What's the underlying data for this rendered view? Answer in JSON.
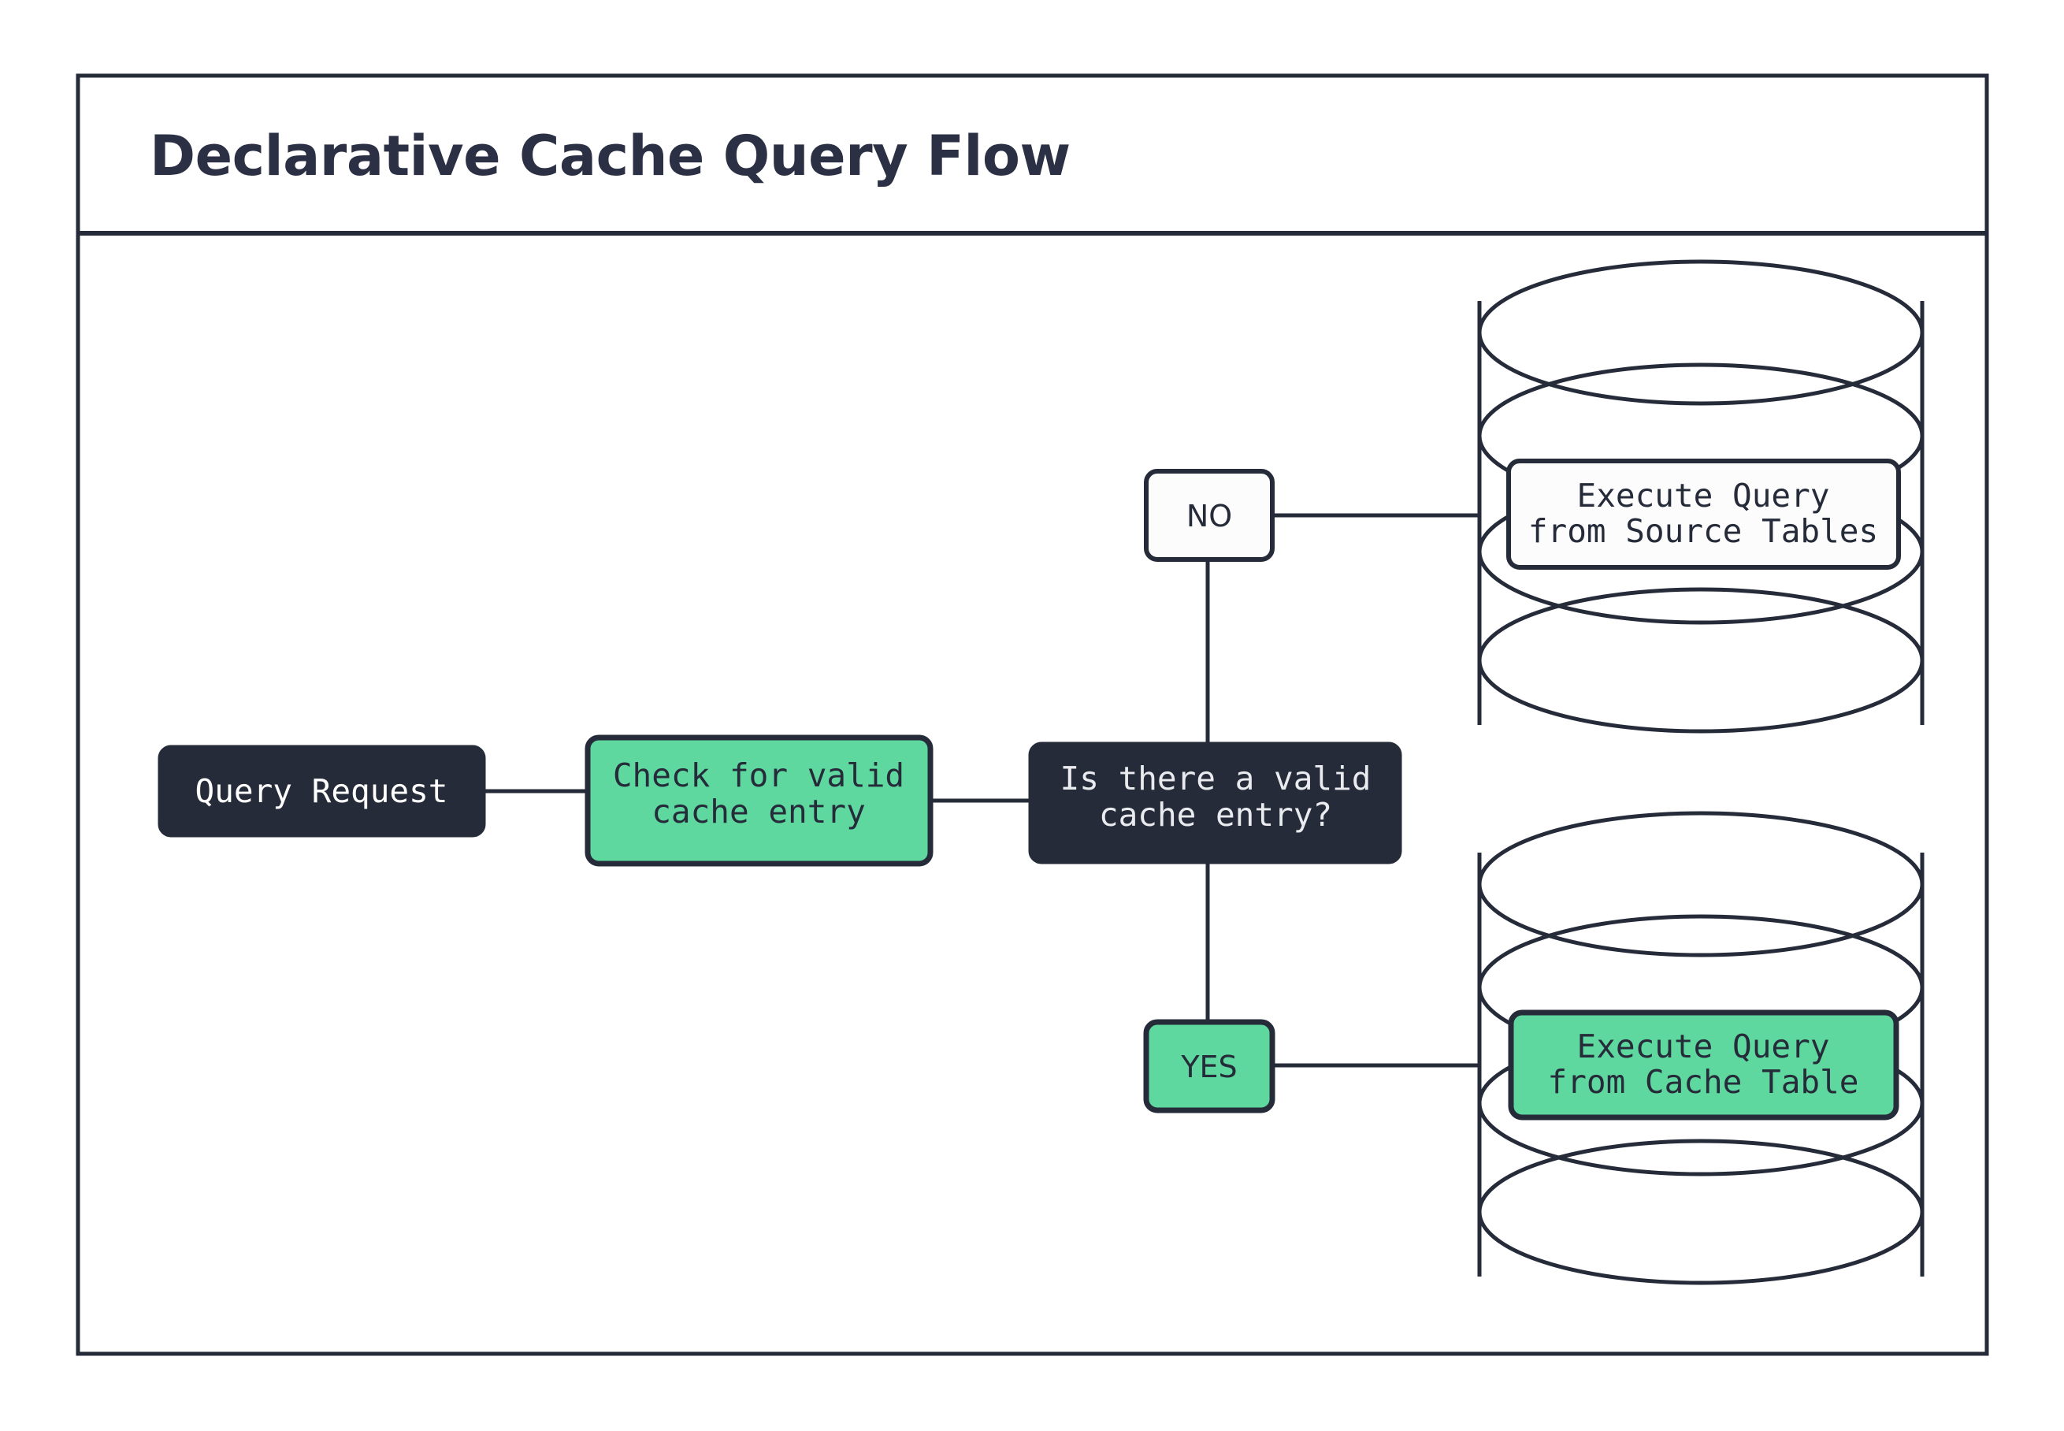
{
  "diagram": {
    "title": "Declarative Cache Query Flow",
    "colors": {
      "ink": "#262B3A",
      "accent_green": "#5FD8A0",
      "dark_fill": "#262B3A",
      "white_fill": "#FCFCFD",
      "page_background": "#FFFFFF"
    },
    "nodes": {
      "query_request": {
        "label": "Query Request",
        "style": "dark-rounded"
      },
      "check_cache": {
        "line1": "Check for valid",
        "line2": "cache entry",
        "style": "green-rounded"
      },
      "decision": {
        "line1": "Is there a valid",
        "line2": "cache entry?",
        "style": "dark-rounded"
      },
      "edge_no": {
        "label": "NO",
        "style": "white-rounded"
      },
      "edge_yes": {
        "label": "YES",
        "style": "green-rounded"
      },
      "source_db": {
        "line1": "Execute Query",
        "line2": "from Source Tables",
        "style": "white-rounded-on-cylinder"
      },
      "cache_db": {
        "line1": "Execute Query",
        "line2": "from Cache Table",
        "style": "green-rounded-on-cylinder"
      }
    },
    "edges": [
      {
        "from": "query_request",
        "to": "check_cache",
        "label": ""
      },
      {
        "from": "check_cache",
        "to": "decision",
        "label": ""
      },
      {
        "from": "decision",
        "to": "source_db",
        "label": "NO"
      },
      {
        "from": "decision",
        "to": "cache_db",
        "label": "YES"
      }
    ],
    "shapes": {
      "source_cylinder": "database-cylinder",
      "cache_cylinder": "database-cylinder"
    }
  }
}
